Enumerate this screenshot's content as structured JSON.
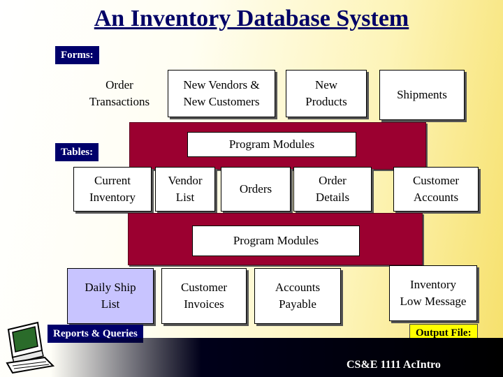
{
  "title": "An Inventory Database System",
  "forms": {
    "label": "Forms:",
    "items": [
      "Order\nTransactions",
      "New Vendors &\nNew Customers",
      "New\nProducts",
      "Shipments"
    ]
  },
  "program_modules_label": "Program Modules",
  "tables": {
    "label": "Tables:",
    "items": [
      "Current\nInventory",
      "Vendor\nList",
      "Orders",
      "Order\nDetails",
      "Customer\nAccounts"
    ]
  },
  "reports": {
    "label": "Reports & Queries",
    "items": [
      "Daily Ship\nList",
      "Customer\nInvoices",
      "Accounts\nPayable"
    ]
  },
  "output": {
    "label": "Output File:",
    "item": "Inventory\nLow Message"
  },
  "footer": "CS&E 1111  AcIntro",
  "colors": {
    "title": "#000066",
    "band": "#9b0030",
    "tag": "#00006b",
    "output_tag": "#ffff00",
    "report_box": "#c8c4ff"
  },
  "icons": [
    "computer-icon"
  ]
}
